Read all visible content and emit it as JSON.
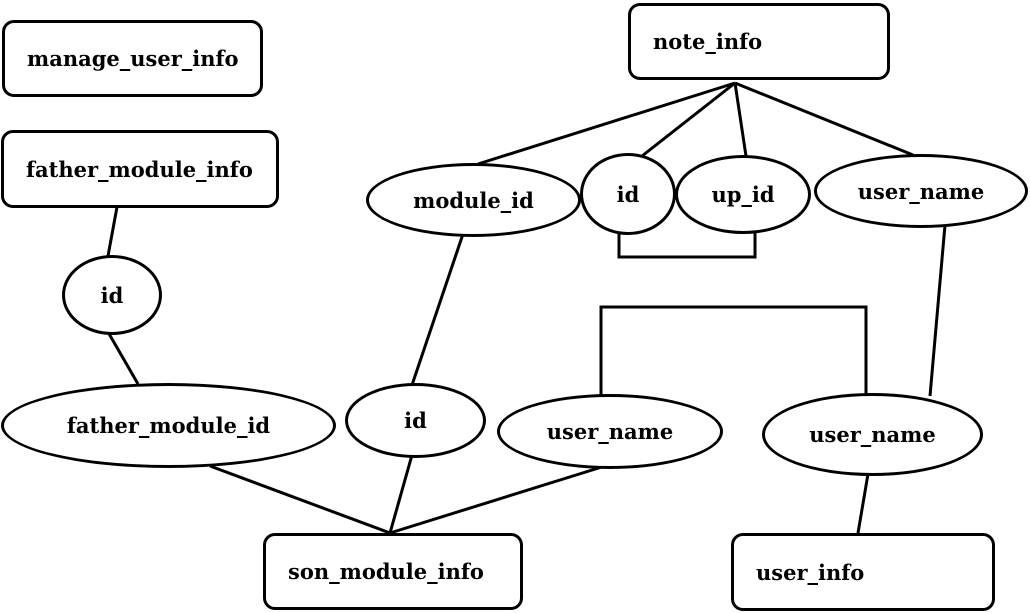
{
  "entities": {
    "manage_user_info": "manage_user_info",
    "father_module_info": "father_module_info",
    "note_info": "note_info",
    "son_module_info": "son_module_info",
    "user_info": "user_info"
  },
  "attributes": {
    "note_module_id": "module_id",
    "note_id": "id",
    "note_up_id": "up_id",
    "note_user_name": "user_name",
    "father_id": "id",
    "son_father_module_id": "father_module_id",
    "son_id": "id",
    "son_user_name": "user_name",
    "user_user_name": "user_name"
  }
}
